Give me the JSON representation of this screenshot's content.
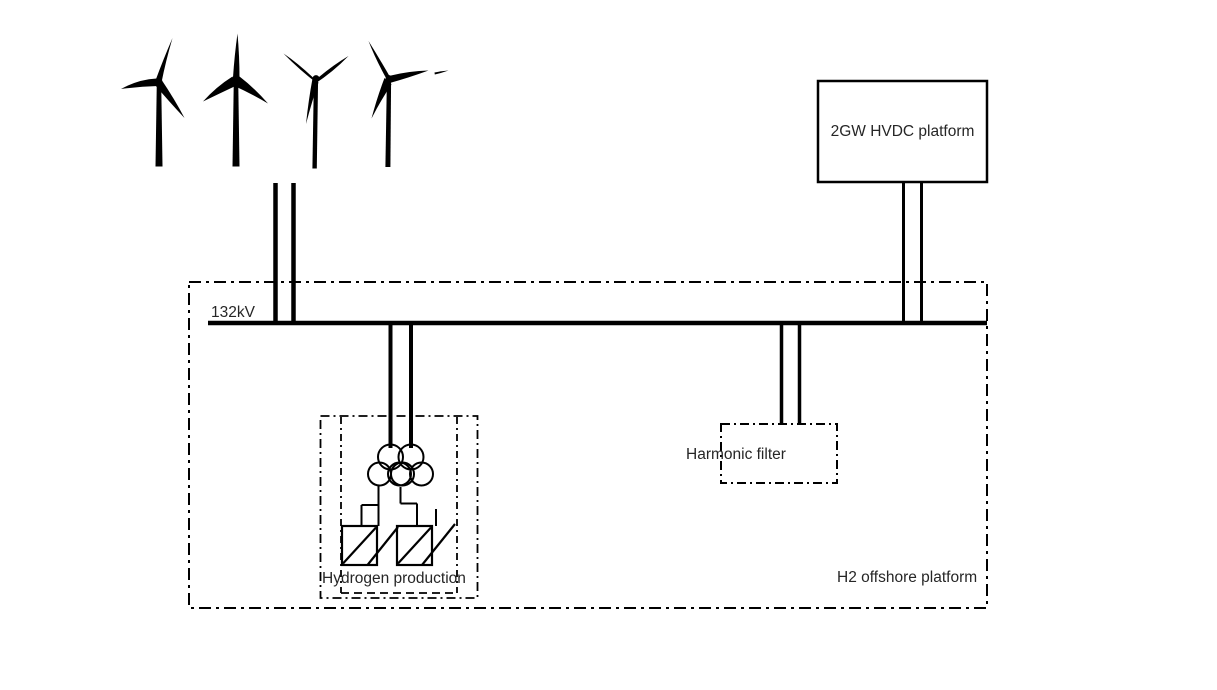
{
  "colors": {
    "line": "#000000",
    "text": "#262626",
    "background": "#ffffff"
  },
  "labels": {
    "bus_voltage": "132kV",
    "hvdc_platform": "2GW HVDC platform",
    "harmonic_filter": "Harmonic filter",
    "hydrogen_production": "Hydrogen production",
    "h2_offshore_platform": "H2 offshore platform"
  },
  "icons": {
    "wind_turbine": "wind-turbine-silhouette",
    "transformer": "three-winding-transformer-circles",
    "converter": "square-with-diagonal-stroke"
  }
}
